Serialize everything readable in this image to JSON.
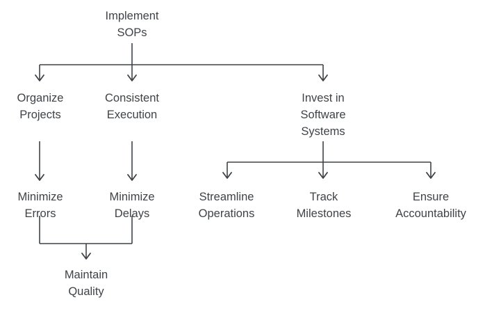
{
  "diagram": {
    "type": "flowchart",
    "orientation": "top-down",
    "background_color": "#ffffff",
    "text_color": "#3f4347",
    "connector_color": "#3f4347",
    "nodes": [
      {
        "id": "implement-sops",
        "lines": [
          "Implement",
          "SOPs"
        ],
        "level": 0
      },
      {
        "id": "organize-projects",
        "lines": [
          "Organize",
          "Projects"
        ],
        "level": 1
      },
      {
        "id": "consistent-execution",
        "lines": [
          "Consistent",
          "Execution"
        ],
        "level": 1
      },
      {
        "id": "invest-software",
        "lines": [
          "Invest in",
          "Software",
          "Systems"
        ],
        "level": 1
      },
      {
        "id": "minimize-errors",
        "lines": [
          "Minimize",
          "Errors"
        ],
        "level": 2
      },
      {
        "id": "minimize-delays",
        "lines": [
          "Minimize",
          "Delays"
        ],
        "level": 2
      },
      {
        "id": "streamline-operations",
        "lines": [
          "Streamline",
          "Operations"
        ],
        "level": 2
      },
      {
        "id": "track-milestones",
        "lines": [
          "Track",
          "Milestones"
        ],
        "level": 2
      },
      {
        "id": "ensure-accountability",
        "lines": [
          "Ensure",
          "Accountability"
        ],
        "level": 2
      },
      {
        "id": "maintain-quality",
        "lines": [
          "Maintain",
          "Quality"
        ],
        "level": 3
      }
    ],
    "edges": [
      {
        "from": "implement-sops",
        "to": "organize-projects"
      },
      {
        "from": "implement-sops",
        "to": "consistent-execution"
      },
      {
        "from": "implement-sops",
        "to": "invest-software"
      },
      {
        "from": "organize-projects",
        "to": "minimize-errors"
      },
      {
        "from": "consistent-execution",
        "to": "minimize-delays"
      },
      {
        "from": "invest-software",
        "to": "streamline-operations"
      },
      {
        "from": "invest-software",
        "to": "track-milestones"
      },
      {
        "from": "invest-software",
        "to": "ensure-accountability"
      },
      {
        "from": "minimize-errors",
        "to": "maintain-quality"
      },
      {
        "from": "minimize-delays",
        "to": "maintain-quality"
      }
    ],
    "labels": {
      "implement_sops_l1": "Implement",
      "implement_sops_l2": "SOPs",
      "organize_projects_l1": "Organize",
      "organize_projects_l2": "Projects",
      "consistent_execution_l1": "Consistent",
      "consistent_execution_l2": "Execution",
      "invest_software_l1": "Invest in",
      "invest_software_l2": "Software",
      "invest_software_l3": "Systems",
      "minimize_errors_l1": "Minimize",
      "minimize_errors_l2": "Errors",
      "minimize_delays_l1": "Minimize",
      "minimize_delays_l2": "Delays",
      "streamline_operations_l1": "Streamline",
      "streamline_operations_l2": "Operations",
      "track_milestones_l1": "Track",
      "track_milestones_l2": "Milestones",
      "ensure_accountability_l1": "Ensure",
      "ensure_accountability_l2": "Accountability",
      "maintain_quality_l1": "Maintain",
      "maintain_quality_l2": "Quality"
    }
  }
}
